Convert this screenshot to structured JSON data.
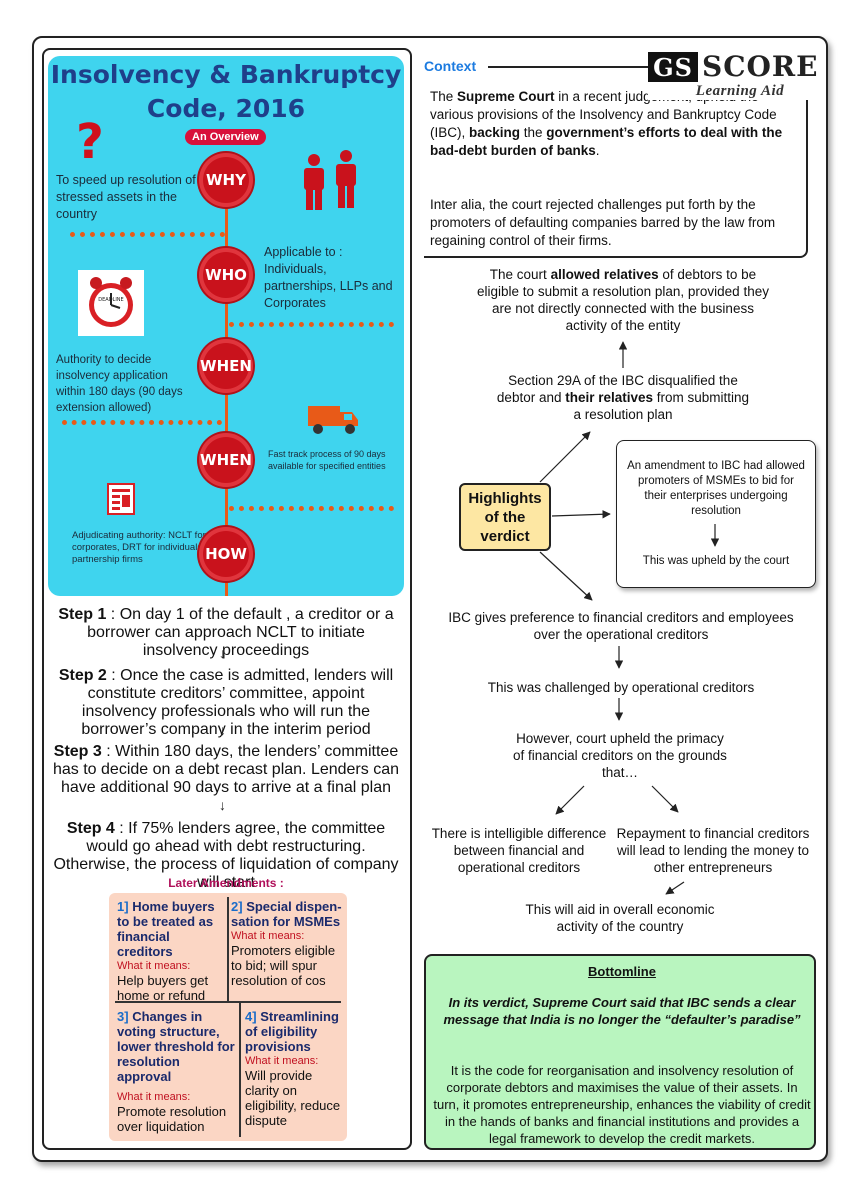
{
  "infographic": {
    "title_line1": "Insolvency & Bankruptcy",
    "title_line2": "Code, 2016",
    "overview_badge": "An Overview",
    "stages": [
      {
        "label": "WHY",
        "text": "To speed up resolution of stressed assets in the country"
      },
      {
        "label": "WHO",
        "text": "Applicable to : Individuals, partnerships, LLPs and Corporates"
      },
      {
        "label": "WHEN",
        "text": "Authority to decide insolvency application within 180 days (90 days extension allowed)"
      },
      {
        "label": "WHEN",
        "text": "Fast track process of 90 days available for specified entities"
      },
      {
        "label": "HOW",
        "text": "Adjudicating authority: NCLT for corporates, DRT for individuals & partnership firms"
      }
    ],
    "clock_text": "DEADLINE"
  },
  "steps": [
    {
      "label": "Step 1",
      "text": " : On day 1 of the default , a creditor or a borrower can approach NCLT to initiate insolvency proceedings"
    },
    {
      "label": "Step 2",
      "text": " : Once the case is admitted, lenders will constitute creditors’ committee, appoint insolvency professionals who will run the borrower’s company in the interim period"
    },
    {
      "label": "Step 3",
      "text": " : Within 180 days, the lenders’ committee has to decide on a debt recast plan. Lenders can have additional 90 days to arrive at a final plan"
    },
    {
      "label": "Step 4",
      "text": " : If 75% lenders agree, the committee would go ahead with debt restructuring. Otherwise, the process of liquidation of company will start"
    }
  ],
  "later_amendments": {
    "title": "Later Amendments :",
    "items": [
      {
        "num": "1]",
        "head": "Home buyers to be treated as financial creditors",
        "wim": "What it means:",
        "body": "Help buyers get home or refund"
      },
      {
        "num": "2]",
        "head": "Special dispen-sation for MSMEs",
        "wim": "What it means:",
        "body": "Promoters eligible to bid; will spur resolution of cos"
      },
      {
        "num": "3]",
        "head": "Changes in voting structure, lower threshold for resolution approval",
        "wim": "What it means:",
        "body": "Promote resolution over liquidation"
      },
      {
        "num": "4]",
        "head": "Streamlining of eligibility provisions",
        "wim": "What it means:",
        "body": "Will provide clarity on eligibility, reduce dispute"
      }
    ]
  },
  "context": {
    "label": "Context",
    "p1_a": "The ",
    "p1_b": "Supreme Court",
    "p1_c": " in a recent judgement, upheld the various provisions of the Insolvency and Bankruptcy Code (IBC), ",
    "p1_d": "backing",
    "p1_e": " the ",
    "p1_f": "government’s efforts to deal with the bad-debt burden of banks",
    "p1_g": ".",
    "p2": "Inter alia, the court rejected challenges put forth by the promoters of defaulting companies barred by the law from regaining control of their firms."
  },
  "logo": {
    "gs": "GS",
    "score": "SCORE",
    "aid": "Learning Aid"
  },
  "verdict": {
    "highlight": "Highlights of the verdict",
    "relatives_a": "The court ",
    "relatives_b": "allowed relatives",
    "relatives_c": " of debtors to be eligible to submit a resolution plan, provided they are not directly connected with the business activity of the entity",
    "sec29_a": "Section 29A of the IBC disqualified the debtor and ",
    "sec29_b": "their relatives",
    "sec29_c": " from submitting a resolution plan",
    "msme_1": "An amendment to IBC had allowed promoters of MSMEs to bid for their enterprises undergoing resolution",
    "msme_2": "This was upheld by the court",
    "pref": "IBC gives preference to financial creditors and employees over the operational creditors",
    "challenged": "This was challenged by operational creditors",
    "upheld": "However, court upheld the primacy of financial creditors on the grounds that…",
    "intelligible": "There is intelligible difference between financial and operational creditors",
    "repayment": "Repayment to financial creditors will lead to lending the money to other entrepreneurs",
    "aid": "This will aid in overall economic activity of the country"
  },
  "bottomline": {
    "title": "Bottomline",
    "italic": "In its verdict, Supreme Court said that IBC sends a clear message that India is no longer the “defaulter’s paradise”",
    "body": "It is the code for reorganisation and insolvency resolution of corporate debtors and maximises the value of their assets. In turn, it promotes entrepreneurship, enhances the viability of credit in the hands of banks and financial institutions and provides a legal framework to develop the credit markets."
  },
  "colors": {
    "infographic_bg": "#3fd4ee",
    "stage_red": "#c9121c",
    "context_blue": "#1c7be0",
    "highlight_yellow": "#fde7a3",
    "bottomline_green": "#b9f5bf",
    "amend_peach": "#fbd6c4"
  }
}
